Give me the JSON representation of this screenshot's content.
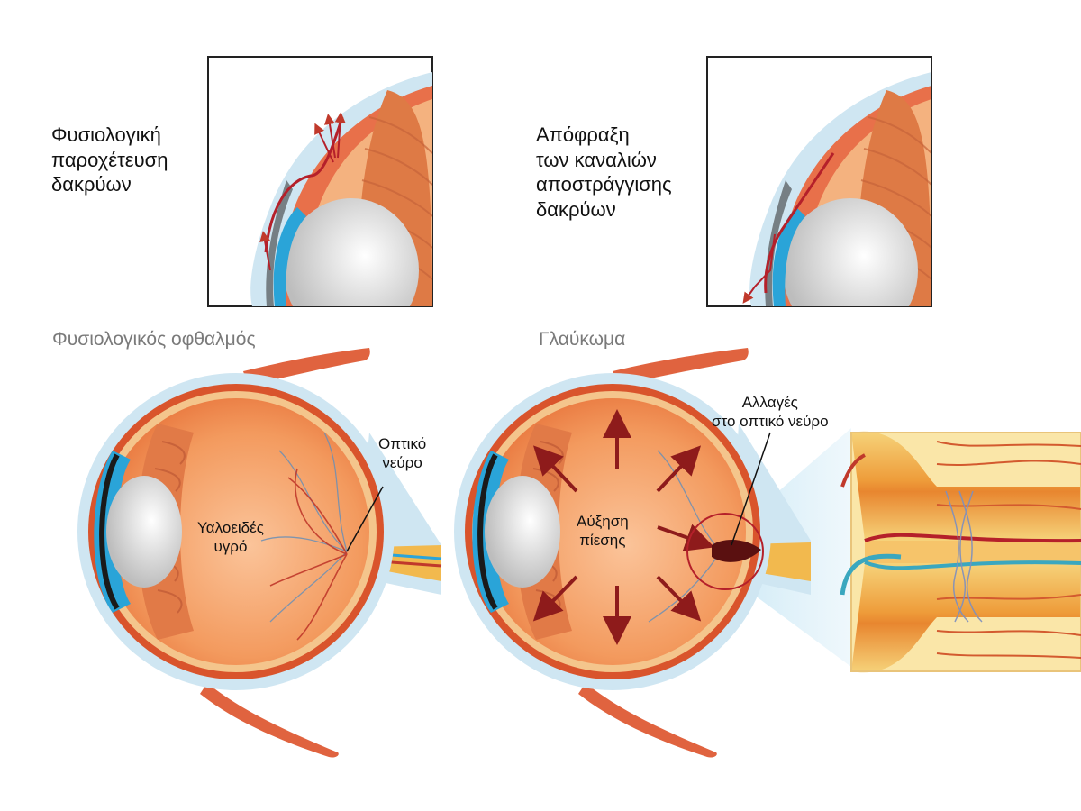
{
  "panels": {
    "top_left": {
      "caption": "Φυσιολογική\nπαροχέτευση\nδακρύων"
    },
    "top_right": {
      "caption": "Απόφραξη\nτων καναλιών\nαποστράγγισης\nδακρύων"
    }
  },
  "sections": {
    "normal": {
      "title": "Φυσιολογικός οφθαλμός",
      "vitreous_label": "Υαλοειδές\nυγρό",
      "optic_nerve_label": "Οπτικό\nνεύρο"
    },
    "glaucoma": {
      "title": "Γλαύκωμα",
      "pressure_label": "Αύξηση\nπίεσης",
      "nerve_changes_label": "Αλλαγές\nστο οπτικό νεύρο"
    }
  },
  "colors": {
    "sclera": "#cfe6f2",
    "choroid": "#d9542c",
    "retina": "#f0a25c",
    "vitreous": "#f6b07a",
    "lens": "#e9e9e9",
    "iris": "#2aa4d8",
    "muscle": "#e0633f",
    "arrow": "#8e1b1b",
    "nerve": "#f2b94e",
    "vessel_blue": "#3aa7bf"
  }
}
